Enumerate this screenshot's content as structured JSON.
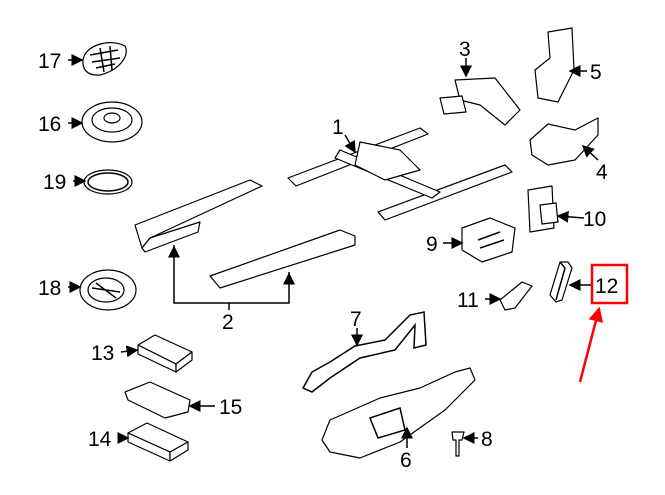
{
  "diagram": {
    "callouts": [
      {
        "id": "17",
        "label": "17"
      },
      {
        "id": "16",
        "label": "16"
      },
      {
        "id": "19",
        "label": "19"
      },
      {
        "id": "18",
        "label": "18"
      },
      {
        "id": "13",
        "label": "13"
      },
      {
        "id": "15",
        "label": "15"
      },
      {
        "id": "14",
        "label": "14"
      },
      {
        "id": "2",
        "label": "2"
      },
      {
        "id": "1",
        "label": "1"
      },
      {
        "id": "3",
        "label": "3"
      },
      {
        "id": "5",
        "label": "5"
      },
      {
        "id": "4",
        "label": "4"
      },
      {
        "id": "10",
        "label": "10"
      },
      {
        "id": "9",
        "label": "9"
      },
      {
        "id": "11",
        "label": "11"
      },
      {
        "id": "12",
        "label": "12"
      },
      {
        "id": "7",
        "label": "7"
      },
      {
        "id": "6",
        "label": "6"
      },
      {
        "id": "8",
        "label": "8"
      }
    ],
    "highlighted_part": "12",
    "highlight_color": "#ff0000"
  }
}
